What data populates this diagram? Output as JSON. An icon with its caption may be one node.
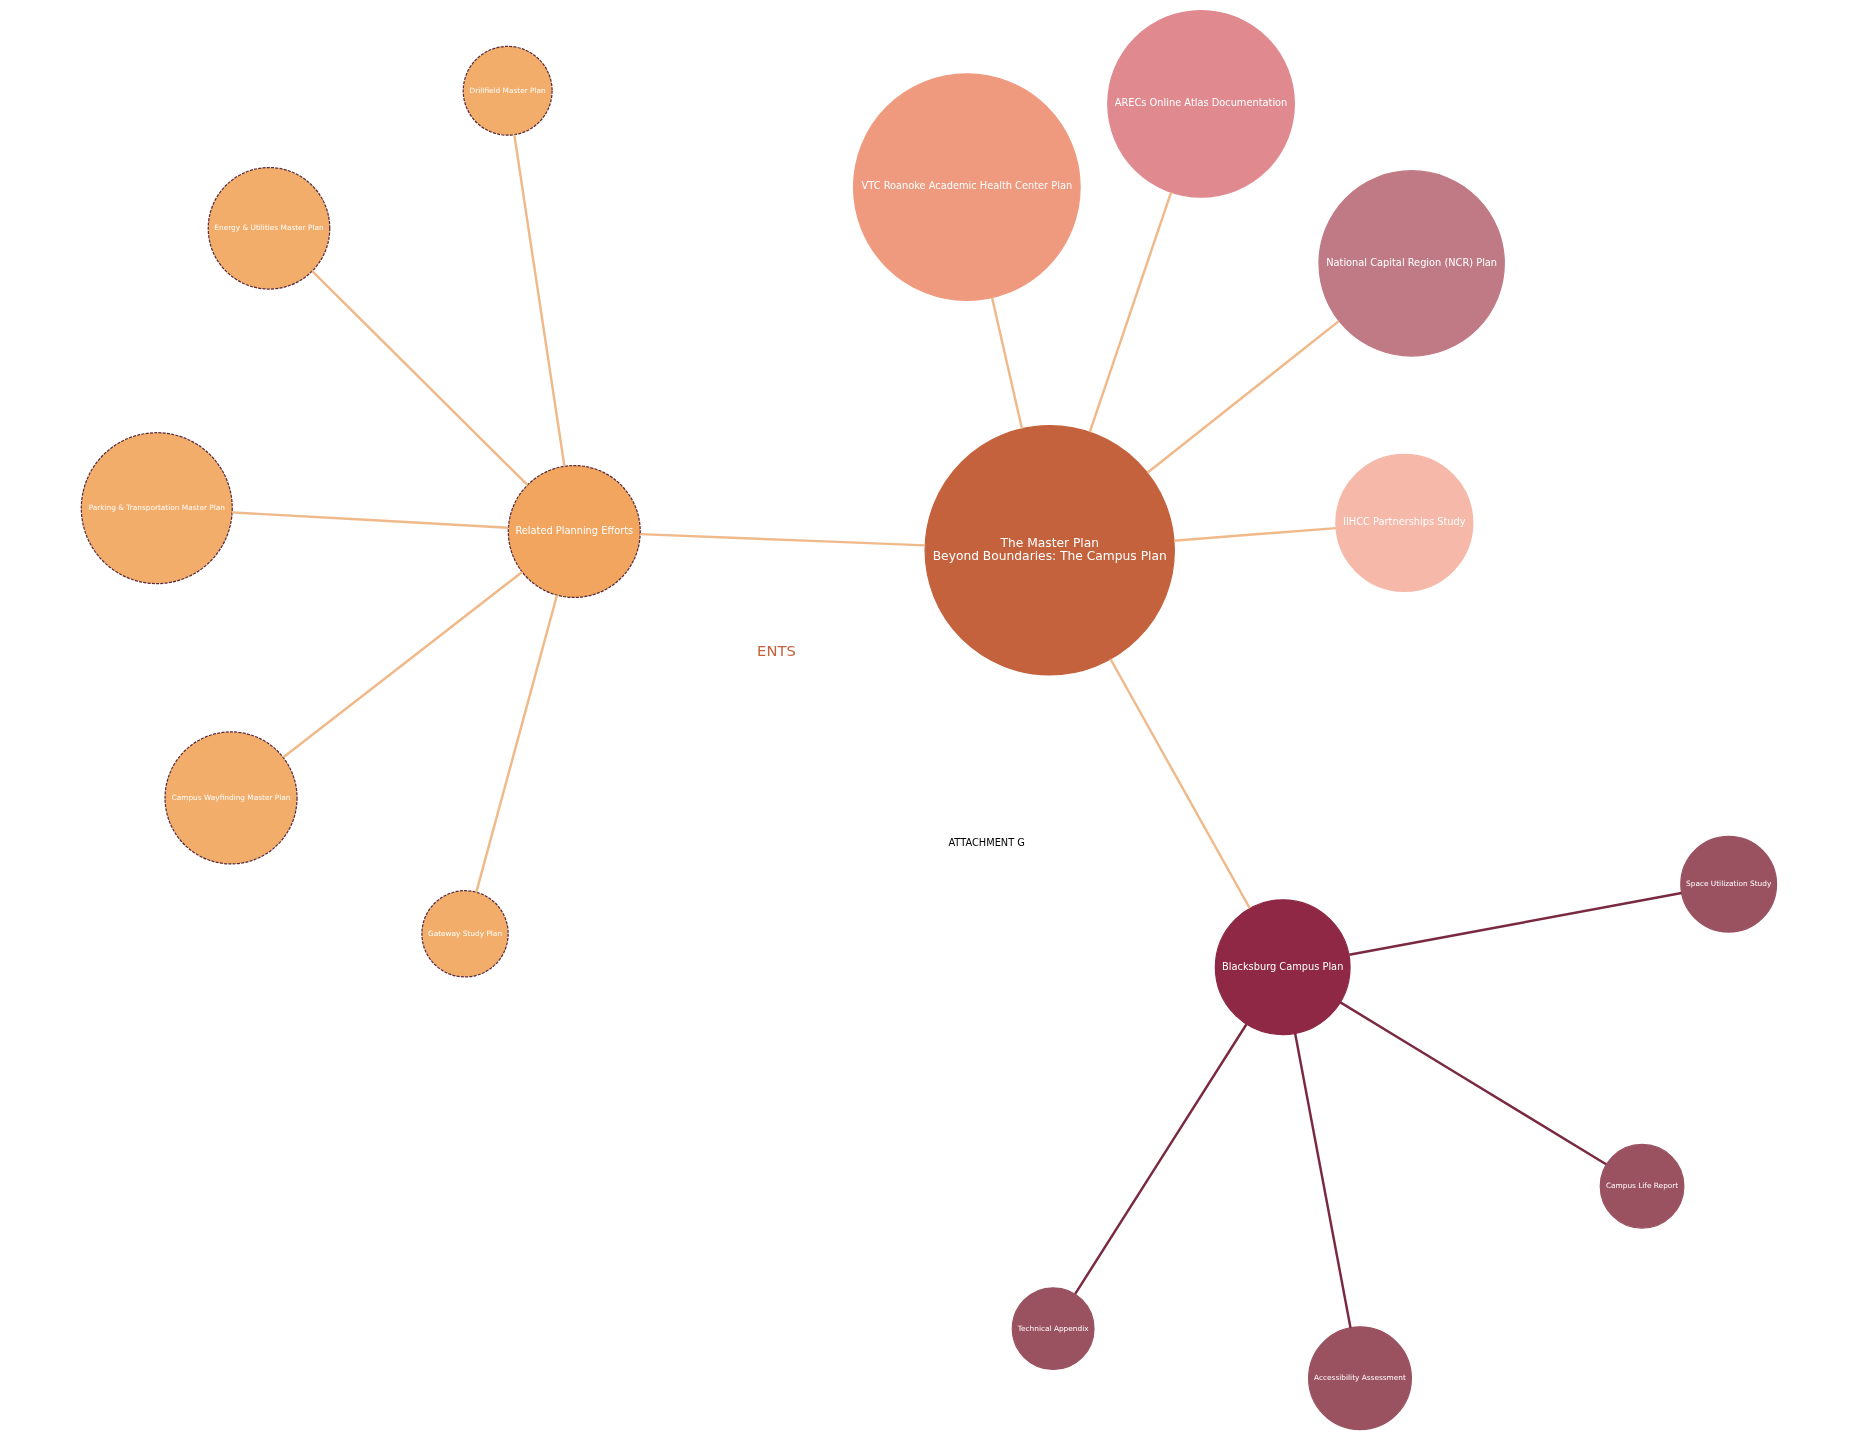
{
  "diagram": {
    "nodes": [
      {
        "text": [
          "The Master Plan",
          "Beyond Boundaries: The Campus Plan"
        ]
      },
      {
        "text": [
          "National Capital Region (NCR) Plan"
        ]
      },
      {
        "text": [
          "Campus Wayfinding Master Plan"
        ]
      },
      {
        "text": [
          "Energy & Utilities Master Plan"
        ]
      },
      {
        "text": [
          "Drillfield Master Plan"
        ]
      },
      {
        "text": [
          "Related Planning Efforts"
        ]
      },
      {
        "text": [
          "Parking & Transportation Master Plan"
        ]
      },
      {
        "text": [
          "Gateway Study Plan"
        ]
      },
      {
        "text": [
          "Technical Appendix"
        ]
      },
      {
        "text": [
          "Accessibility Assessment"
        ]
      },
      {
        "text": [
          "Blacksburg Campus Plan"
        ]
      },
      {
        "text": [
          "VTC Roanoke Academic Health Center Plan"
        ]
      },
      {
        "text": [
          "IIHCC Partnerships Study"
        ]
      },
      {
        "text": [
          "ARECs Online Atlas Documentation"
        ]
      },
      {
        "text": [
          "Space Utilization Study"
        ]
      },
      {
        "text": [
          "Campus Life Report"
        ]
      }
    ],
    "edges": [
      {
        "from": 0,
        "to": 1,
        "arrow": "none"
      },
      {
        "from": 0,
        "to": 5,
        "arrow": "none"
      },
      {
        "from": 5,
        "to": 2,
        "arrow": "none"
      },
      {
        "from": 5,
        "to": 3,
        "arrow": "none"
      },
      {
        "from": 5,
        "to": 4,
        "arrow": "none"
      },
      {
        "from": 5,
        "to": 6,
        "arrow": "none"
      },
      {
        "from": 5,
        "to": 7,
        "arrow": "none"
      },
      {
        "from": 0,
        "to": 10,
        "arrow": "none"
      },
      {
        "from": 0,
        "to": 11,
        "arrow": "none"
      },
      {
        "from": 0,
        "to": 12,
        "arrow": "none"
      },
      {
        "from": 0,
        "to": 13,
        "arrow": "none"
      },
      {
        "from": 10,
        "to": 8,
        "arrow": "none",
        "color": "#7a2a40"
      },
      {
        "from": 10,
        "to": 9,
        "arrow": "none",
        "color": "#7a2a40"
      },
      {
        "from": 10,
        "to": 14,
        "arrow": "none",
        "color": "#7a2a40"
      },
      {
        "from": 10,
        "to": 15,
        "arrow": "none",
        "color": "#7a2a40"
      }
    ],
    "labels": [
      "ENTS",
      "ATTACHMENT G"
    ]
  }
}
